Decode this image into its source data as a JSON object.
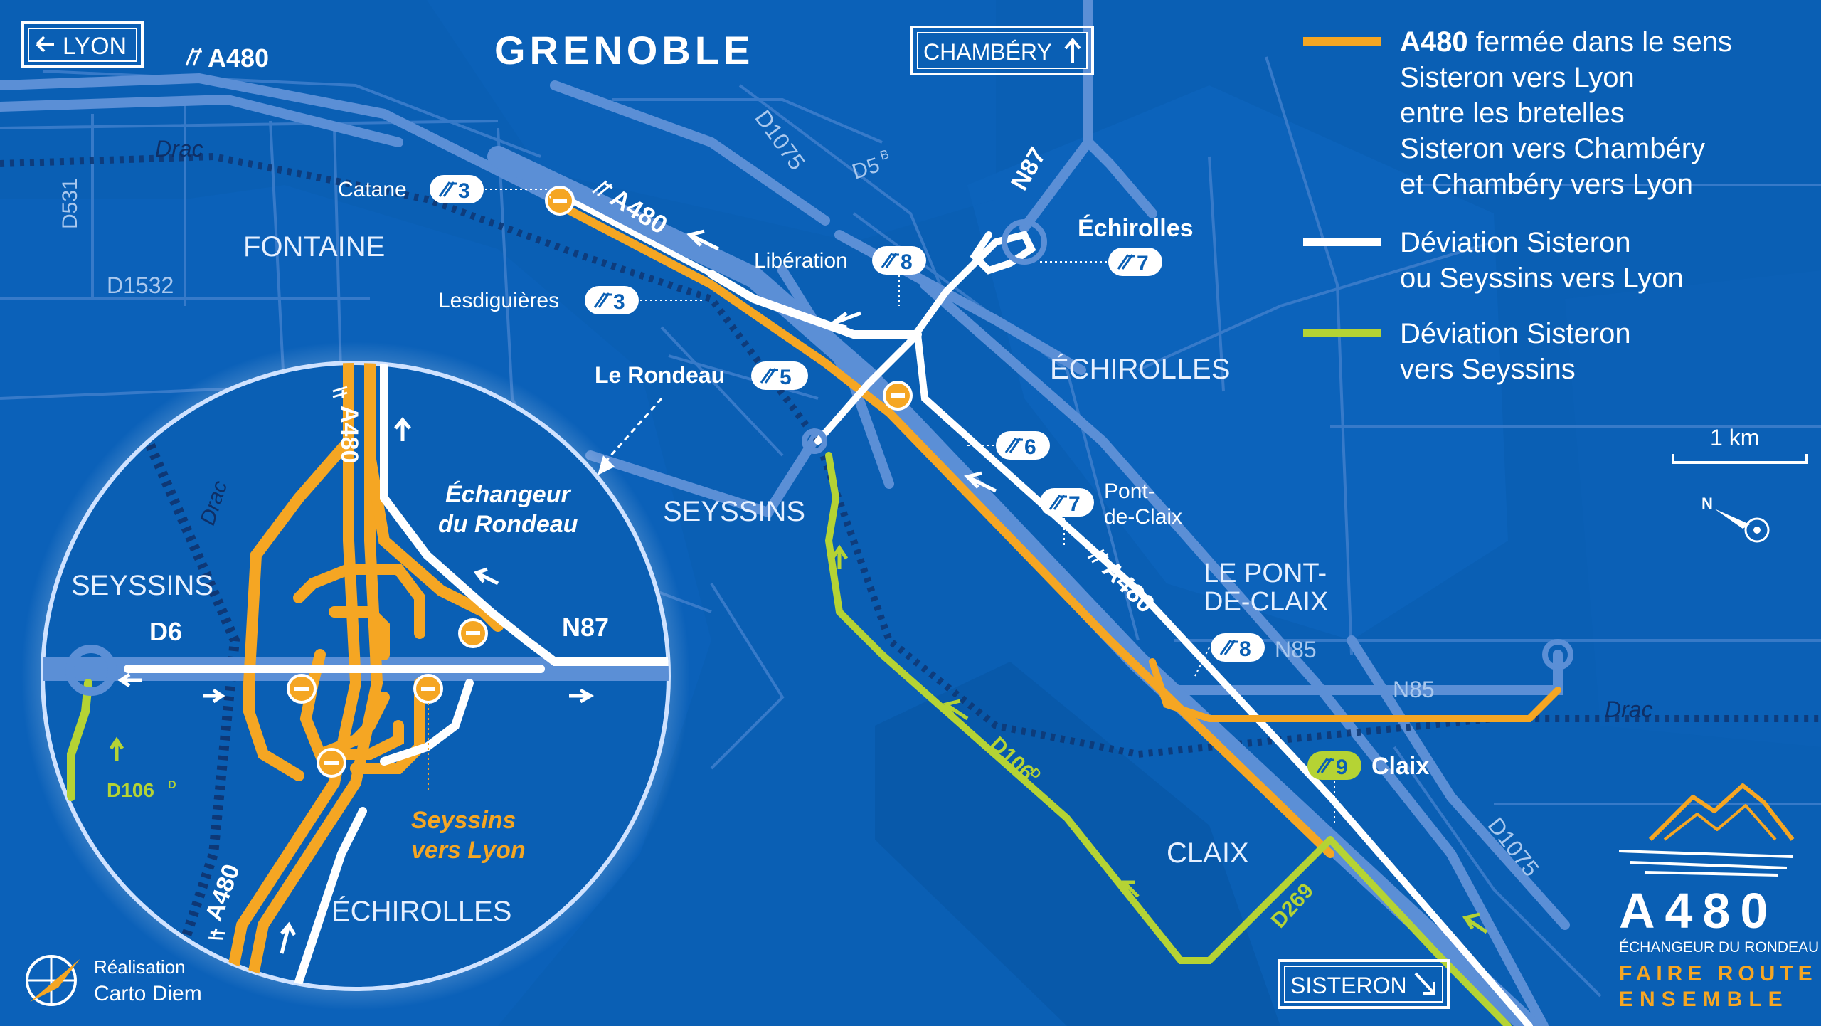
{
  "title": "GRENOBLE",
  "signs": {
    "lyon": "LYON",
    "chambery": "CHAMBÉRY",
    "sisteron": "SISTERON"
  },
  "road_labels": {
    "a480_top": "A480",
    "a480_mid": "A480",
    "a480_lower": "A480",
    "d1075_top": "D1075",
    "d5b": "D5",
    "d5b_sup": "B",
    "n87": "N87",
    "d531": "D531",
    "d1532": "D1532",
    "n85_a": "N85",
    "n85_b": "N85",
    "d106d": "D106",
    "d106d_sup": "D",
    "d269": "D269",
    "d1075_low": "D1075"
  },
  "rivers": {
    "drac_top": "Drac",
    "drac_right": "Drac",
    "drac_inset": "Drac"
  },
  "places": {
    "fontaine": "FONTAINE",
    "echirolles": "ÉCHIROLLES",
    "seyssins": "SEYSSINS",
    "pont1": "LE PONT-",
    "pont2": "DE-CLAIX",
    "claix": "CLAIX"
  },
  "exits": [
    {
      "name": "Catane",
      "num": "3"
    },
    {
      "name": "Lesdiguières",
      "num": "3"
    },
    {
      "name": "Libération",
      "num": "8"
    },
    {
      "name": "Échirolles",
      "num": "7"
    },
    {
      "name": "Le Rondeau",
      "num": "5"
    },
    {
      "name": "",
      "num": "6"
    },
    {
      "name": "Pont-",
      "name2": "de-Claix",
      "num": "7"
    },
    {
      "name": "N85",
      "num": "8"
    },
    {
      "name": "Claix",
      "num": "9"
    }
  ],
  "legend": {
    "orange": [
      "A480 fermée dans le sens",
      "Sisteron vers Lyon",
      "entre les bretelles",
      "Sisteron vers Chambéry",
      "et Chambéry vers Lyon"
    ],
    "orange_bold": "A480",
    "orange_rest": " fermée dans le sens",
    "white": [
      "Déviation Sisteron",
      "ou Seyssins vers Lyon"
    ],
    "green": [
      "Déviation Sisteron",
      "vers Seyssins"
    ]
  },
  "scale": "1 km",
  "inset": {
    "title1": "Échangeur",
    "title2": "du Rondeau",
    "seyssins": "SEYSSINS",
    "d6": "D6",
    "n87": "N87",
    "a480_top": "A480",
    "a480_bot": "A480",
    "echirolles": "ÉCHIROLLES",
    "d106d": "D106",
    "d106d_sup": "D",
    "seyssins_lyon1": "Seyssins",
    "seyssins_lyon2": "vers Lyon"
  },
  "credit": {
    "label": "Réalisation",
    "author": "Carto Diem"
  },
  "logo": {
    "title": "A480",
    "subtitle": "ÉCHANGEUR DU RONDEAU",
    "slogan1": "FAIRE ROUTE",
    "slogan2": "ENSEMBLE"
  },
  "colors": {
    "background": "#0a5fb4",
    "orange": "#f5a623",
    "green": "#b5d334",
    "white": "#ffffff",
    "road": "#5b8fd6"
  }
}
